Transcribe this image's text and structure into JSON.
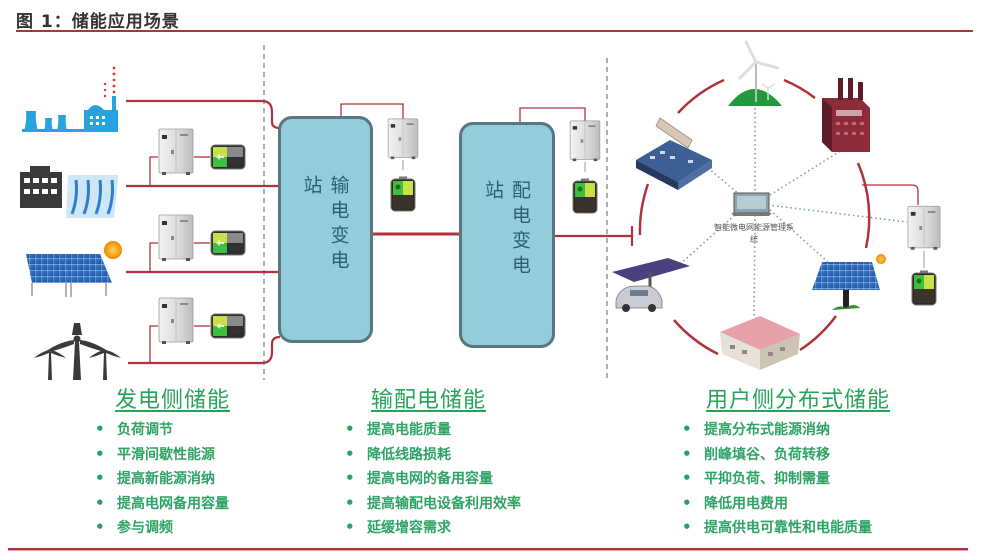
{
  "figure": {
    "title": "图 1：储能应用场景"
  },
  "stations": {
    "transmission": "输电变电站",
    "distribution": "配电变电站"
  },
  "microgrid": {
    "ems_label": "智能微电网能源管理系统",
    "nodes": [
      "wind-turbine",
      "factory",
      "solar-panel",
      "house",
      "ev-carport",
      "industrial-plant"
    ]
  },
  "generation_sources": [
    "thermal-power-plant",
    "hydro-power-dam",
    "solar-farm",
    "wind-farm"
  ],
  "sections": [
    {
      "heading": "发电侧储能",
      "items": [
        "负荷调节",
        "平滑间歇性能源",
        "提高新能源消纳",
        "提高电网备用容量",
        "参与调频"
      ]
    },
    {
      "heading": "输配电储能",
      "items": [
        "提高电能质量",
        "降低线路损耗",
        "提高电网的备用容量",
        "提高输配电设备利用效率",
        "延缓增容需求"
      ]
    },
    {
      "heading": "用户侧分布式储能",
      "items": [
        "提高分布式能源消纳",
        "削峰填谷、负荷转移",
        "平抑负荷、抑制需量",
        "降低用电费用",
        "提高供电可靠性和电能质量"
      ]
    }
  ],
  "colors": {
    "accent_red": "#b0333b",
    "station_fill": "#93cddd",
    "text_green": "#27a35a"
  }
}
